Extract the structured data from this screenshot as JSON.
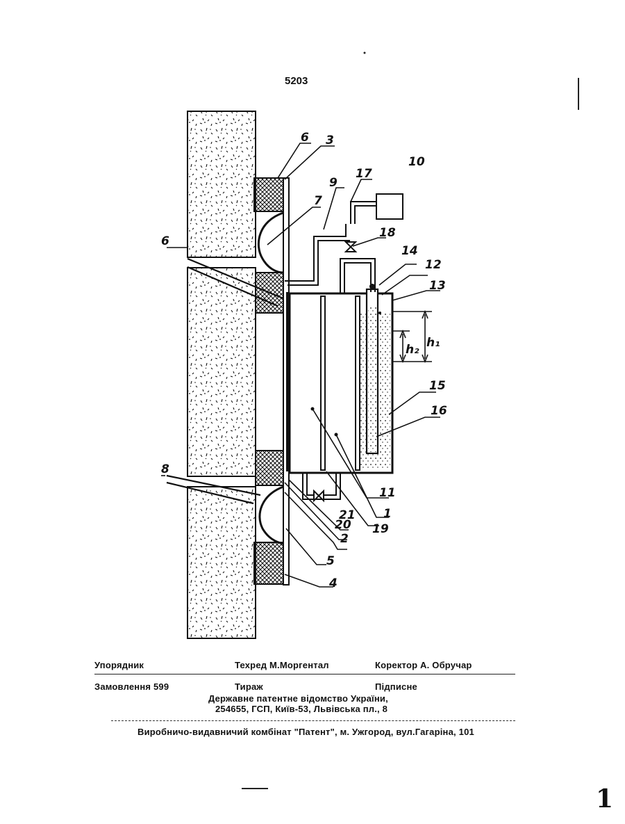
{
  "page_number": "5203",
  "figure": {
    "labels": {
      "l1": "1",
      "l2": "2",
      "l3": "3",
      "l4": "4",
      "l5": "5",
      "l6a": "6",
      "l6b": "6",
      "l7": "7",
      "l8": "8",
      "l9": "9",
      "l10": "10",
      "l11": "11",
      "l12": "12",
      "l13": "13",
      "l14": "14",
      "l15": "15",
      "l16": "16",
      "l17": "17",
      "l18": "18",
      "l19": "19",
      "l20": "20",
      "l21": "21"
    },
    "dimensions": {
      "h1": "h₁",
      "h2": "h₂"
    }
  },
  "imprint": {
    "composer": "Упорядник",
    "tech_editor": "Техред М.Моргентал",
    "proofreader": "Коректор  А. Обручар",
    "order": "Замовлення 599",
    "circulation": "Тираж",
    "subscription": "Підписне",
    "office_line1": "Державне патентне відомство України,",
    "office_line2": "254655, ГСП, Київ-53, Львівська пл., 8",
    "publisher": "Виробничо-видавничий комбінат  \"Патент\", м. Ужгород, вул.Гагаріна, 101"
  },
  "colors": {
    "ink": "#111111",
    "paper": "#ffffff"
  }
}
